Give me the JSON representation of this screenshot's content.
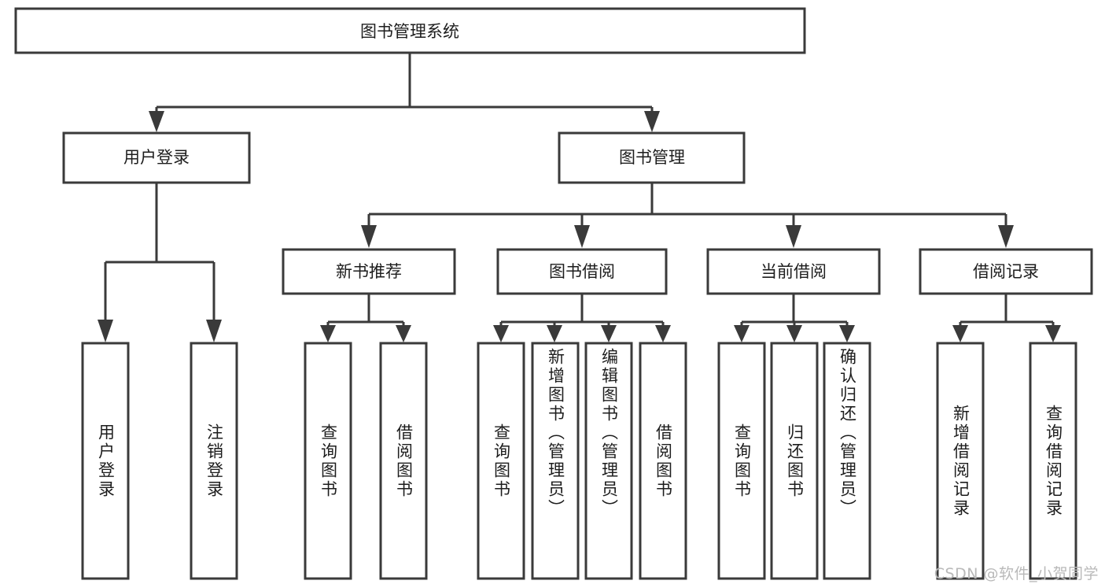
{
  "diagram": {
    "title": "图书管理系统",
    "type": "hierarchy-tree",
    "watermark": "CSDN @软件_小贺同学",
    "colors": {
      "stroke": "#3a3a3a",
      "fill": "#ffffff",
      "text": "#1d1d1d",
      "watermark": "#b9b9b9"
    },
    "root": {
      "label": "图书管理系统"
    },
    "level2": [
      {
        "label": "用户登录"
      },
      {
        "label": "图书管理"
      }
    ],
    "level3": [
      {
        "label": "新书推荐"
      },
      {
        "label": "图书借阅"
      },
      {
        "label": "当前借阅"
      },
      {
        "label": "借阅记录"
      }
    ],
    "leaves": {
      "user_login": [
        {
          "label": "用户登录"
        },
        {
          "label": "注销登录"
        }
      ],
      "new_book_recommend": [
        {
          "label": "查询图书"
        },
        {
          "label": "借阅图书"
        }
      ],
      "book_borrow": [
        {
          "label": "查询图书"
        },
        {
          "label": "新增图书（管理员）"
        },
        {
          "label": "编辑图书（管理员）"
        },
        {
          "label": "借阅图书"
        }
      ],
      "current_borrow": [
        {
          "label": "查询图书"
        },
        {
          "label": "归还图书"
        },
        {
          "label": "确认归还（管理员）"
        }
      ],
      "borrow_record": [
        {
          "label": "新增借阅记录"
        },
        {
          "label": "查询借阅记录"
        }
      ]
    }
  }
}
